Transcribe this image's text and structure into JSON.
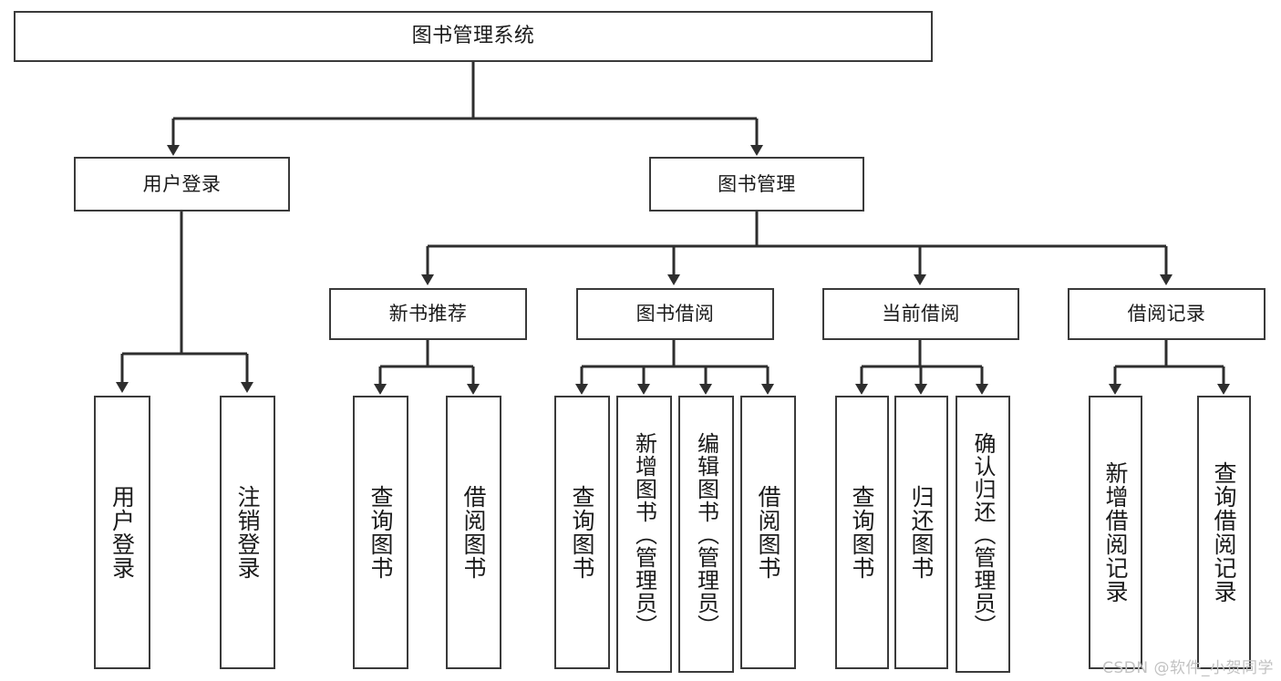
{
  "diagram": {
    "type": "tree-hierarchy",
    "title": "图书管理系统",
    "orientation": "top-down",
    "colors": {
      "box_border": "#3a3a3a",
      "box_fill": "#ffffff",
      "connector": "#2e2e2e",
      "text": "#1a1a1a",
      "watermark": "#c2c2c2",
      "background": "#ffffff"
    },
    "root": {
      "label": "图书管理系统"
    },
    "level2": [
      {
        "label": "用户登录"
      },
      {
        "label": "图书管理"
      }
    ],
    "level3": [
      {
        "label": "新书推荐"
      },
      {
        "label": "图书借阅"
      },
      {
        "label": "当前借阅"
      },
      {
        "label": "借阅记录"
      }
    ],
    "leaves": {
      "user_login": [
        {
          "label": "用户登录"
        },
        {
          "label": "注销登录"
        }
      ],
      "new_book_recommend": [
        {
          "label": "查询图书"
        },
        {
          "label": "借阅图书"
        }
      ],
      "book_borrow": [
        {
          "label": "查询图书"
        },
        {
          "label": "新增图书（管理员）"
        },
        {
          "label": "编辑图书（管理员）"
        },
        {
          "label": "借阅图书"
        }
      ],
      "current_borrow": [
        {
          "label": "查询图书"
        },
        {
          "label": "归还图书"
        },
        {
          "label": "确认归还（管理员）"
        }
      ],
      "borrow_record": [
        {
          "label": "新增借阅记录"
        },
        {
          "label": "查询借阅记录"
        }
      ]
    }
  },
  "watermark": {
    "text": "CSDN @软件_小贺同学"
  }
}
